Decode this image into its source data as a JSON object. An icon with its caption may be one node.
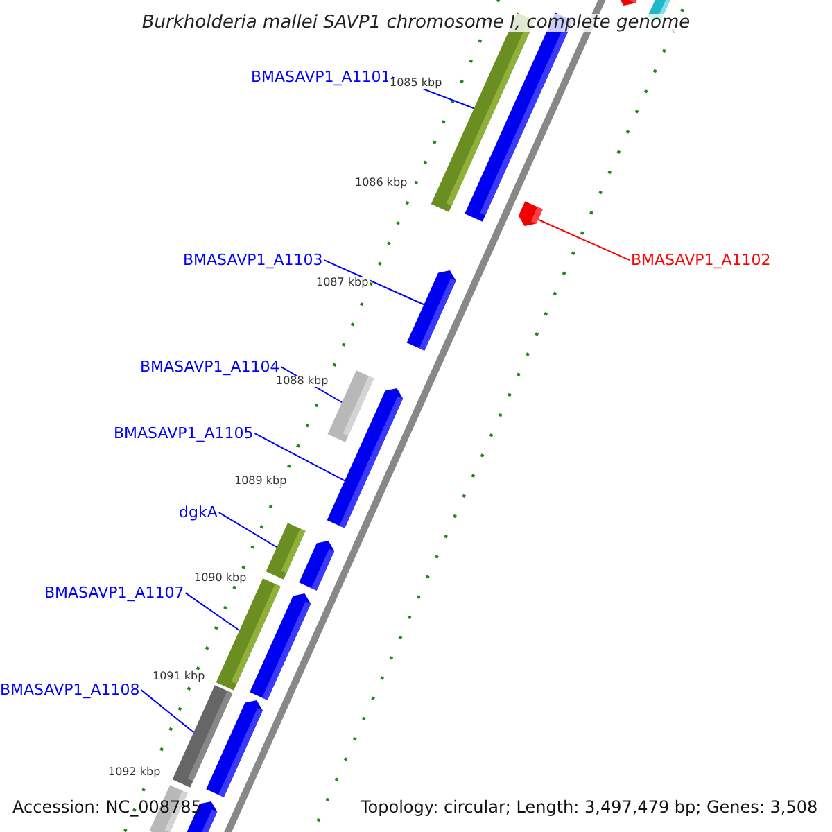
{
  "diagram": {
    "title": "Burkholderia mallei SAVP1 chromosome I, complete genome",
    "nodes": [
      {
        "text": [
          "BMASAVP1_A1101"
        ]
      },
      {
        "text": [],
        "shape": "bar"
      },
      {
        "text": [
          "BMASAVP1_A1102"
        ]
      },
      {
        "text": [],
        "shape": "arrow"
      },
      {
        "text": [
          "BMASAVP1_A1103"
        ]
      },
      {
        "text": [],
        "shape": "arrow"
      },
      {
        "text": [
          "BMASAVP1_A1104"
        ]
      },
      {
        "text": [],
        "shape": "bar"
      },
      {
        "text": [
          "BMASAVP1_A1105"
        ]
      },
      {
        "text": [],
        "shape": "arrow"
      },
      {
        "text": [
          "dgkA"
        ]
      },
      {
        "text": [],
        "shape": "bar"
      },
      {
        "text": [
          "BMASAVP1_A1107"
        ]
      },
      {
        "text": [],
        "shape": "bar"
      },
      {
        "text": [
          "BMASAVP1_A1108"
        ]
      },
      {
        "text": [],
        "shape": "bar"
      },
      {
        "text": [],
        "shape": "bar"
      },
      {
        "text": [],
        "shape": "arrow"
      },
      {
        "text": [],
        "shape": "bar"
      },
      {
        "text": [],
        "shape": "arrow"
      },
      {
        "text": [],
        "shape": "arrow"
      },
      {
        "text": [],
        "shape": "arrow"
      },
      {
        "text": [],
        "shape": "arrow"
      },
      {
        "text": [],
        "shape": "bar"
      },
      {
        "text": [],
        "shape": "arrow"
      }
    ],
    "edges": [
      {
        "from": 0,
        "to": 1,
        "arrow": "none"
      },
      {
        "from": 2,
        "to": 3,
        "arrow": "none",
        "color": "#ff0000"
      },
      {
        "from": 4,
        "to": 5,
        "arrow": "none"
      },
      {
        "from": 6,
        "to": 7,
        "arrow": "none"
      },
      {
        "from": 8,
        "to": 9,
        "arrow": "none"
      },
      {
        "from": 10,
        "to": 11,
        "arrow": "none"
      },
      {
        "from": 12,
        "to": 13,
        "arrow": "none"
      },
      {
        "from": 14,
        "to": 15,
        "arrow": "none"
      }
    ],
    "labels": [
      "1085 kbp",
      "1086 kbp",
      "1087 kbp",
      "1088 kbp",
      "1089 kbp",
      "1090 kbp",
      "1091 kbp",
      "1092 kbp",
      "Accession: NC_008785",
      "Topology: circular; Length: 3,497,479 bp; Genes: 3,508"
    ]
  }
}
